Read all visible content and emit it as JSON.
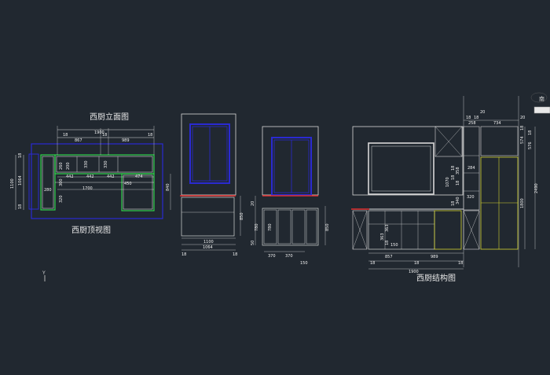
{
  "titles": {
    "elevation": "西厨立面图",
    "plan": "西厨顶视图",
    "structure": "西厨结构图",
    "north_tag": "南"
  },
  "plan_dims": {
    "top_total": "1900",
    "top_left": "18",
    "top_mid": "867",
    "top_seg": "18",
    "top_right": "989",
    "top_end": "18",
    "left_h1": "1100",
    "left_h2": "1064",
    "left_h3": "18",
    "left_h4": "18",
    "shelf_a": "260",
    "shelf_b": "200",
    "shelf_c": "330",
    "shelf_d": "330",
    "row_442_1": "442",
    "row_442_2": "442",
    "row_442_3": "442",
    "row_474": "474",
    "mid_total": "1700",
    "left_280": "280",
    "left_300": "300",
    "left_320": "320",
    "r_450": "450",
    "r_840": "840"
  },
  "elev1_dims": {
    "w1": "1100",
    "w2": "1064",
    "left18": "18",
    "right18": "18",
    "h850": "850"
  },
  "elev2_dims": {
    "h20": "20",
    "h780": "780",
    "h50": "50",
    "w370a": "370",
    "w370b": "370",
    "w150": "150",
    "h850": "850"
  },
  "struct_dims": {
    "t18a": "18",
    "t18b": "18",
    "t20": "20",
    "t258": "258",
    "t734": "734",
    "t20b": "20",
    "r18": "18",
    "r574": "574",
    "r18b": "18",
    "r576": "576",
    "r2490": "2490",
    "r1800": "1800",
    "c1070": "1070",
    "c18": "18",
    "c358": "358",
    "c18b": "18",
    "c284": "284",
    "c18c": "18",
    "c340": "340",
    "c18d": "18",
    "c320": "320",
    "b363": "363",
    "b363b": "363",
    "b18": "18",
    "b150": "150",
    "b857": "857",
    "b18b": "18",
    "b989": "989",
    "b18c": "18",
    "b18d": "18",
    "b1900": "1900"
  },
  "ucs": {
    "y": "Y"
  }
}
